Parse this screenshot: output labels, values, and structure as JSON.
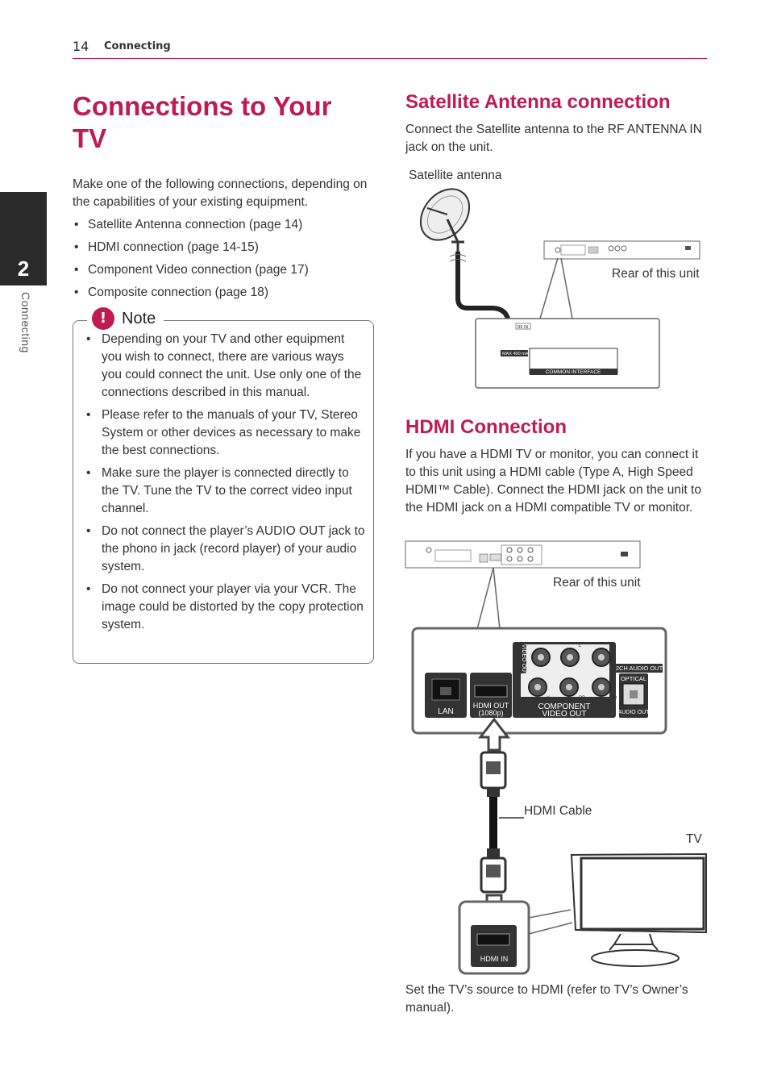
{
  "header": {
    "page_number": "14",
    "section": "Connecting"
  },
  "side_tab": {
    "number": "2",
    "label": "Connecting"
  },
  "main": {
    "title": "Connections to Your TV",
    "intro": "Make one of the following connections, depending on the capabilities of your existing equipment.",
    "bullets": [
      "Satellite Antenna connection (page 14)",
      "HDMI connection (page 14-15)",
      "Component Video connection (page 17)",
      "Composite connection (page 18)"
    ]
  },
  "note": {
    "title": "Note",
    "icon": "exclamation-icon",
    "items": [
      "Depending on your TV and other equipment you wish to connect, there are various ways you could connect the unit. Use only one of the connections described in this manual.",
      "Please refer to the manuals of your TV, Stereo System or other devices as necessary to make the best connections.",
      "Make sure the player is connected directly to the TV. Tune the TV to the correct video input channel.",
      "Do not connect the player’s AUDIO OUT jack to the phono in jack (record player) of your audio system.",
      "Do not connect your player via your VCR. The image could be distorted by the copy protection system."
    ]
  },
  "satellite": {
    "title": "Satellite Antenna connection",
    "description": "Connect the Satellite antenna to the RF ANTENNA IN jack on the unit.",
    "label_antenna": "Satellite antenna",
    "label_rear": "Rear of this unit",
    "jack_label": "RF IN",
    "max_label": "MAX 400 mA",
    "common_interface": "COMMON INTERFACE"
  },
  "hdmi": {
    "title": "HDMI Connection",
    "description": "If you have a HDMI TV or monitor, you can connect it to this unit using a HDMI cable (Type A, High Speed HDMI™ Cable). Connect the HDMI jack on the unit to the HDMI jack on a HDMI compatible TV or monitor.",
    "label_rear": "Rear of this unit",
    "label_cable": "HDMI Cable",
    "label_tv": "TV",
    "panel": {
      "lan": "LAN",
      "hdmi_out": "HDMI OUT",
      "hdmi_res": "(1080p)",
      "video_out": "VIDEO OUT",
      "component_1": "COMPONENT",
      "component_2": "VIDEO OUT",
      "audio_2ch": "2CH AUDIO OUT",
      "optical": "OPTICAL",
      "audio_out": "AUDIO OUT",
      "left": "L",
      "right": "R",
      "y": "Y",
      "pb": "PB",
      "pr": "PR"
    },
    "hdmi_in": "HDMI IN",
    "final_note": "Set the TV’s source to HDMI (refer to TV’s Owner’s manual)."
  },
  "colors": {
    "accent": "#c01a52",
    "tab": "#2a2a2a"
  }
}
